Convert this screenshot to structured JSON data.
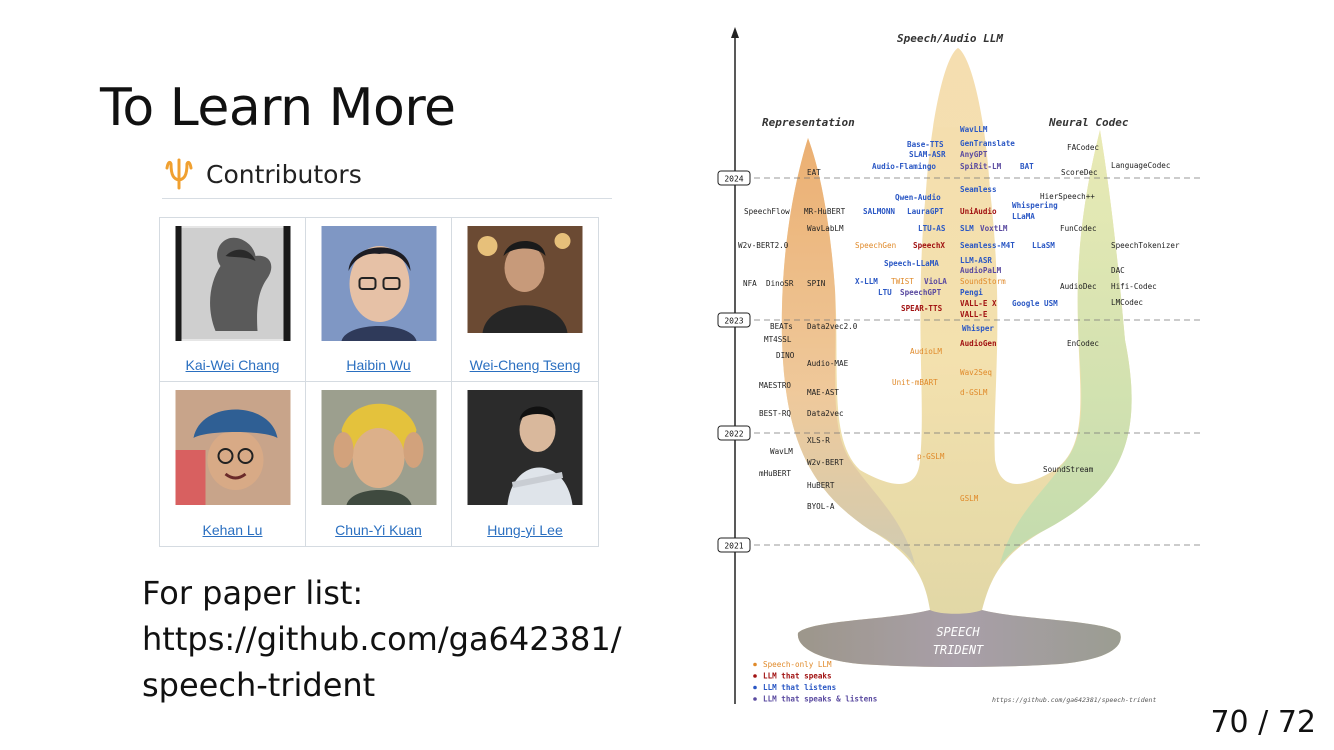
{
  "slide": {
    "title": "To Learn More",
    "page": "70 / 72"
  },
  "contributors": {
    "heading": "Contributors",
    "people": [
      {
        "name": "Kai-Wei Chang"
      },
      {
        "name": "Haibin Wu"
      },
      {
        "name": "Wei-Cheng Tseng"
      },
      {
        "name": "Kehan Lu"
      },
      {
        "name": "Chun-Yi Kuan"
      },
      {
        "name": "Hung-yi Lee"
      }
    ]
  },
  "paper_list": {
    "line1": "For paper list:",
    "line2": "https://github.com/ga642381/",
    "line3": "speech-trident"
  },
  "trident": {
    "top_label": "Speech/Audio LLM",
    "left_label": "Representation",
    "right_label": "Neural Codec",
    "base_line1": "SPEECH",
    "base_line2": "TRIDENT",
    "url": "https://github.com/ga642381/speech-trident",
    "colors": {
      "orange": "#e08a2a",
      "dark_red": "#a11212",
      "blue": "#2a57c4",
      "purple": "#5a4aa0",
      "black": "#222222"
    },
    "years": [
      "2024",
      "2023",
      "2022",
      "2021"
    ],
    "legend": [
      {
        "text": "Speech-only LLM",
        "color": "orange"
      },
      {
        "text": "LLM that speaks",
        "color": "dark_red"
      },
      {
        "text": "LLM that listens",
        "color": "blue"
      },
      {
        "text": "LLM that speaks & listens",
        "color": "purple"
      }
    ],
    "left_items": [
      "EAT",
      "SpeechFlow",
      "MR-HuBERT",
      "WavLabLM",
      "W2v-BERT2.0",
      "NFA",
      "DinoSR",
      "SPIN",
      "BEATs",
      "Data2vec2.0",
      "MT4SSL",
      "DINO",
      "Audio-MAE",
      "MAESTRO",
      "MAE-AST",
      "BEST-RQ",
      "Data2vec",
      "XLS-R",
      "WavLM",
      "W2v-BERT",
      "mHuBERT",
      "HuBERT",
      "BYOL-A"
    ],
    "center_items": [
      {
        "t": "WavLLM",
        "c": "blue"
      },
      {
        "t": "Base-TTS",
        "c": "blue"
      },
      {
        "t": "GenTranslate",
        "c": "blue"
      },
      {
        "t": "SLAM-ASR",
        "c": "blue"
      },
      {
        "t": "AnyGPT",
        "c": "purple"
      },
      {
        "t": "Audio-Flamingo",
        "c": "blue"
      },
      {
        "t": "SpiRit-LM",
        "c": "purple"
      },
      {
        "t": "BAT",
        "c": "blue"
      },
      {
        "t": "Seamless",
        "c": "blue"
      },
      {
        "t": "Qwen-Audio",
        "c": "blue"
      },
      {
        "t": "SALMONN",
        "c": "blue"
      },
      {
        "t": "LauraGPT",
        "c": "blue"
      },
      {
        "t": "UniAudio",
        "c": "dark_red"
      },
      {
        "t": "Whispering",
        "c": "blue"
      },
      {
        "t": "LLaMA",
        "c": "blue"
      },
      {
        "t": "LTU-AS",
        "c": "blue"
      },
      {
        "t": "SLM",
        "c": "blue"
      },
      {
        "t": "VoxtLM",
        "c": "purple"
      },
      {
        "t": "SpeechGen",
        "c": "orange"
      },
      {
        "t": "SpeechX",
        "c": "dark_red"
      },
      {
        "t": "Seamless-M4T",
        "c": "blue"
      },
      {
        "t": "LLaSM",
        "c": "blue"
      },
      {
        "t": "Speech-LLaMA",
        "c": "blue"
      },
      {
        "t": "LLM-ASR",
        "c": "blue"
      },
      {
        "t": "AudioPaLM",
        "c": "purple"
      },
      {
        "t": "X-LLM",
        "c": "blue"
      },
      {
        "t": "TWIST",
        "c": "orange"
      },
      {
        "t": "VioLA",
        "c": "purple"
      },
      {
        "t": "SoundStorm",
        "c": "orange"
      },
      {
        "t": "LTU",
        "c": "blue"
      },
      {
        "t": "SpeechGPT",
        "c": "purple"
      },
      {
        "t": "Pengi",
        "c": "blue"
      },
      {
        "t": "SPEAR-TTS",
        "c": "dark_red"
      },
      {
        "t": "VALL-E X",
        "c": "dark_red"
      },
      {
        "t": "Google USM",
        "c": "blue"
      },
      {
        "t": "VALL-E",
        "c": "dark_red"
      },
      {
        "t": "Whisper",
        "c": "blue"
      },
      {
        "t": "AudioGen",
        "c": "dark_red"
      },
      {
        "t": "AudioLM",
        "c": "orange"
      },
      {
        "t": "Wav2Seq",
        "c": "orange"
      },
      {
        "t": "Unit-mBART",
        "c": "orange"
      },
      {
        "t": "d-GSLM",
        "c": "orange"
      },
      {
        "t": "p-GSLM",
        "c": "orange"
      },
      {
        "t": "GSLM",
        "c": "orange"
      }
    ],
    "right_items": [
      "FACodec",
      "ScoreDec",
      "LanguageCodec",
      "HierSpeech++",
      "FunCodec",
      "SpeechTokenizer",
      "DAC",
      "AudioDec",
      "Hifi-Codec",
      "LMCodec",
      "EnCodec",
      "SoundStream"
    ]
  }
}
